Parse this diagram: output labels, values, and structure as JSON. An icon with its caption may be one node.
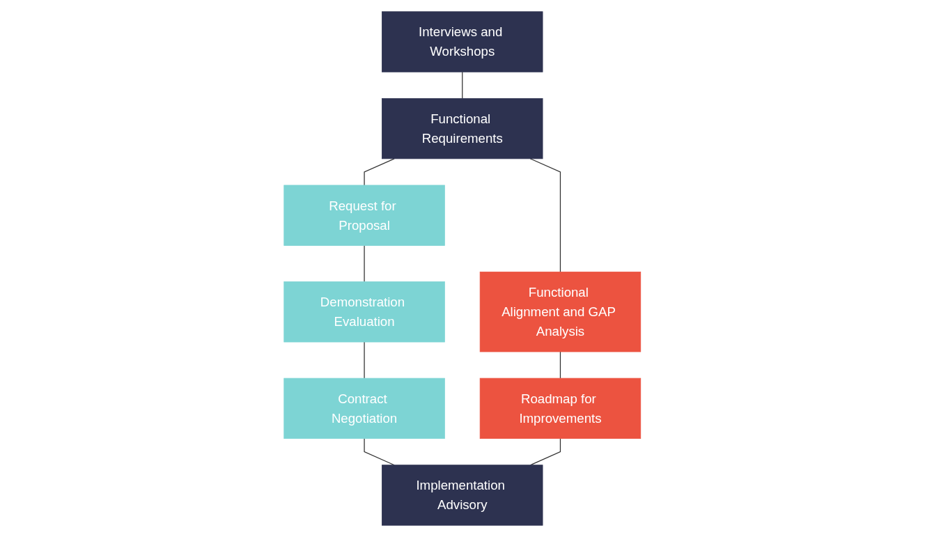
{
  "diagram": {
    "nodes": [
      {
        "text": [
          "Interviews and Workshops"
        ]
      },
      {
        "text": [
          "Functional Requirements"
        ]
      },
      {
        "text": [
          "Request for Proposal"
        ]
      },
      {
        "text": [
          "Demonstration Evaluation"
        ]
      },
      {
        "text": [
          "Contract Negotiation"
        ]
      },
      {
        "text": [
          "Functional Alignment and GAP Analysis"
        ]
      },
      {
        "text": [
          "Roadmap for Improvements"
        ]
      },
      {
        "text": [
          "Implementation Advisory"
        ]
      }
    ],
    "edges": [
      {
        "from": 0,
        "to": 1,
        "arrow": "none"
      },
      {
        "from": 1,
        "to": 2,
        "arrow": "none"
      },
      {
        "from": 1,
        "to": 5,
        "arrow": "none"
      },
      {
        "from": 2,
        "to": 3,
        "arrow": "none"
      },
      {
        "from": 3,
        "to": 4,
        "arrow": "none"
      },
      {
        "from": 5,
        "to": 6,
        "arrow": "none"
      },
      {
        "from": 4,
        "to": 7,
        "arrow": "none"
      },
      {
        "from": 6,
        "to": 7,
        "arrow": "none"
      }
    ]
  }
}
